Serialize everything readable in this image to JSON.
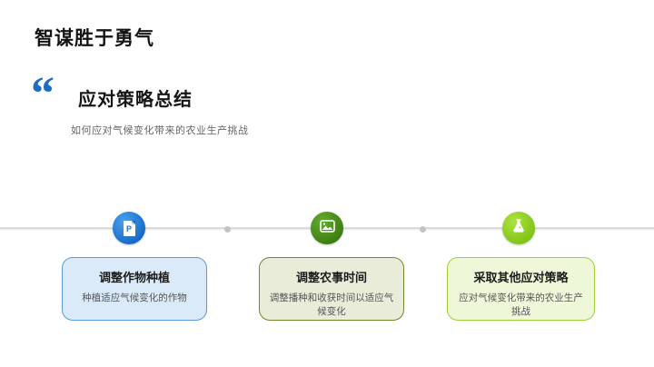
{
  "slide": {
    "title": "智谋胜于勇气",
    "section": {
      "quote_mark": "“",
      "heading": "应对策略总结",
      "subtitle": "如何应对气候变化带来的农业生产挑战"
    }
  },
  "timeline": {
    "items": [
      {
        "icon": "document-p-icon",
        "icon_letter": "P",
        "circle_color": "#1e78d2",
        "title": "调整作物种植",
        "description": "种植适应气候变化的作物",
        "card_bg": "#daeaf8",
        "card_border": "#5b9bd5"
      },
      {
        "icon": "image-icon",
        "circle_color": "#4a8f1c",
        "title": "调整农事时间",
        "description": "调整播种和收获时间以适应气候变化",
        "card_bg": "#e9ecd9",
        "card_border": "#6f8630"
      },
      {
        "icon": "flask-icon",
        "circle_color": "#8ccc1e",
        "title": "采取其他应对策略",
        "description": "应对气候变化带来的农业生产挑战",
        "card_bg": "#eef7d8",
        "card_border": "#9fd035"
      }
    ]
  },
  "colors": {
    "accent_blue": "#1b6ec2",
    "timeline_line": "#dcdcdc",
    "title_text": "#141414",
    "subtitle_text": "#666666"
  }
}
